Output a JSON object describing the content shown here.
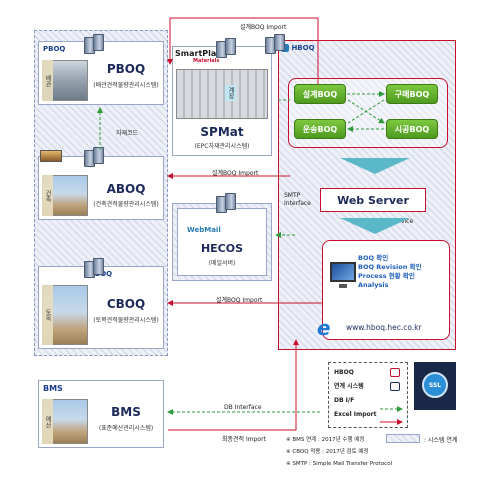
{
  "systems": {
    "pboq": {
      "logo": "PBOQ",
      "name": "PBOQ",
      "desc": "(배관견적물량관리시스템)",
      "side": "배관"
    },
    "aboq": {
      "name": "ABOQ",
      "desc": "(건축견적물량관리시스템)",
      "side": "건축"
    },
    "cboq": {
      "logo": "HBOQ",
      "name": "CBOQ",
      "desc": "(토목견적물량관리시스템)",
      "side": "토목"
    },
    "spmat": {
      "logo_main": "SmartPlant",
      "logo_sub": "Materials",
      "name": "SPMat",
      "desc": "(EPC자재관리시스템)",
      "photo_label": "계장"
    },
    "hecos": {
      "logo": "WebMail",
      "name": "HECOS",
      "desc": "(메일서버)"
    },
    "bms": {
      "logo": "BMS",
      "name": "BMS",
      "desc": "(표준예산관리시스템)",
      "side": "예산"
    }
  },
  "hboq": {
    "logo": "HBOQ",
    "nodes": [
      "설계BOQ",
      "구매BOQ",
      "운송BOQ",
      "시공BOQ"
    ],
    "web_server": "Web Server",
    "web_service": "Web Service",
    "features": [
      "BOQ 확인",
      "BOQ Revision 확인",
      "Process 현황 확인",
      "Analysis"
    ],
    "url": "www.hboq.hec.co.kr"
  },
  "connections": {
    "top": "설계BOQ Import",
    "material_code": "자재코드",
    "aboq_import": "설계BOQ Import",
    "smtp": "SMTP Interface",
    "cboq_import": "설계BOQ Import",
    "db_interface": "DB Interface",
    "final_import": "최종견적 Import"
  },
  "legend": {
    "items": [
      "HBOQ",
      "연계 시스템",
      "DB I/F",
      "Excel Import"
    ],
    "system_link": ": 시스템 연계",
    "ssl": "SSL"
  },
  "notes": [
    "※ BMS 연계 : 2017년 수행 예정",
    "※ CBOQ 적용 : 2017년 검토 예정",
    "※ SMTP : Simple Mail Transfer Protocol"
  ],
  "colors": {
    "red": "#c8102e",
    "green": "#2e9a3a",
    "navy": "#1c2a5a",
    "node_green": "#5aa82a"
  }
}
